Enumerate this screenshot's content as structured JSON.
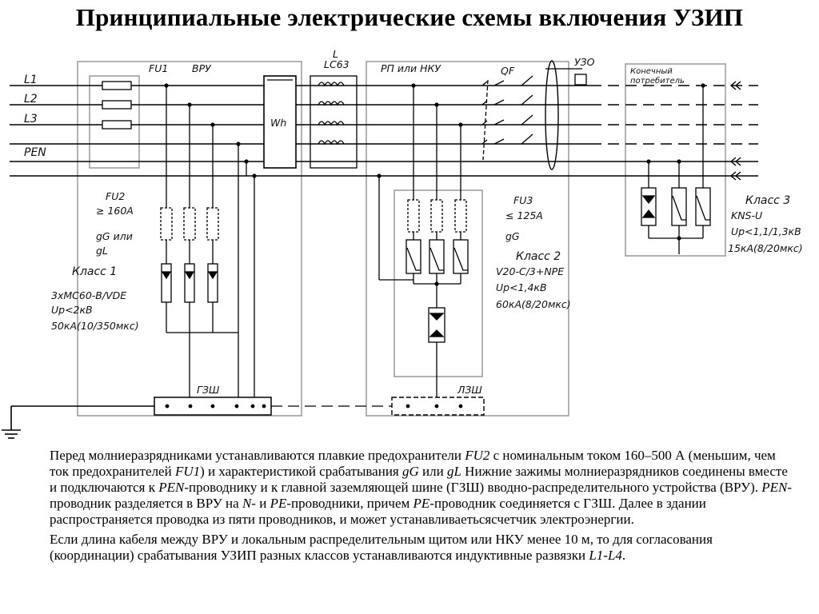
{
  "title": "Принципиальные электрические схемы включения УЗИП",
  "diagram": {
    "lines": [
      "L1",
      "L2",
      "L3",
      "PEN"
    ],
    "fu1": "FU1",
    "vru": "ВРУ",
    "inductor_l": "L",
    "inductor_type": "LC63",
    "rp": "РП или НКУ",
    "qf": "QF",
    "uzo": "УЗО",
    "consumer_1": "Конечный",
    "consumer_2": "потребитель",
    "meter": "Wh",
    "fu2": {
      "name": "FU2",
      "rating": "≥ 160А",
      "type_1": "gG или",
      "type_2": "gL"
    },
    "class1": {
      "name": "Класс 1",
      "model": "3хMC60-B/VDE",
      "up": "Up<2кВ",
      "current": "50кА(10/350мкс)"
    },
    "fu3": {
      "name": "FU3",
      "rating": "≤ 125А",
      "type": "gG"
    },
    "class2": {
      "name": "Класс 2",
      "model": "V20-C/3+NPE",
      "up": "Up<1,4кВ",
      "current": "60кА(8/20мкс)"
    },
    "class3": {
      "name": "Класс 3",
      "model": "KNS-U",
      "up": "Up<1,1/1,3кВ",
      "current": "15кА(8/20мкс)"
    },
    "gzsh": "ГЗШ",
    "lzsh": "ЛЗШ"
  },
  "caption": {
    "p1": [
      {
        "t": "Перед молниеразрядниками устанавливаются плавкие предохранители ",
        "i": false
      },
      {
        "t": "FU2",
        "i": true
      },
      {
        "t": " с номинальным током 160–500 А (меньшим, чем ток предохранителей ",
        "i": false
      },
      {
        "t": "FU1",
        "i": true
      },
      {
        "t": ") и характеристикой срабатывания ",
        "i": false
      },
      {
        "t": "gG",
        "i": true
      },
      {
        "t": " или ",
        "i": false
      },
      {
        "t": "gL",
        "i": true
      },
      {
        "t": " Нижние зажимы молниеразрядников соединены вместе и подключаются к ",
        "i": false
      },
      {
        "t": "PEN",
        "i": true
      },
      {
        "t": "-проводнику и к главной заземляющей шине (ГЗШ) вводно-распределительного устройства (ВРУ). ",
        "i": false
      },
      {
        "t": "PEN",
        "i": true
      },
      {
        "t": "-проводник разделяется в ВРУ на ",
        "i": false
      },
      {
        "t": "N",
        "i": true
      },
      {
        "t": "- и ",
        "i": false
      },
      {
        "t": "PE",
        "i": true
      },
      {
        "t": "-проводники, причем ",
        "i": false
      },
      {
        "t": "PE",
        "i": true
      },
      {
        "t": "-проводник соединяется с ГЗШ. Далее в здании распространяется проводка из пяти проводников, и может устанавливаетьсясчетчик электроэнергии.",
        "i": false
      }
    ],
    "p2": [
      {
        "t": "Если длина кабеля между ВРУ и локальным распределительным щитом или НКУ менее 10 м, то для согласования (координации) срабатывания УЗИП разных классов устанавливаются индуктивные развязки ",
        "i": false
      },
      {
        "t": "L1-L4",
        "i": true
      },
      {
        "t": ".",
        "i": false
      }
    ]
  }
}
